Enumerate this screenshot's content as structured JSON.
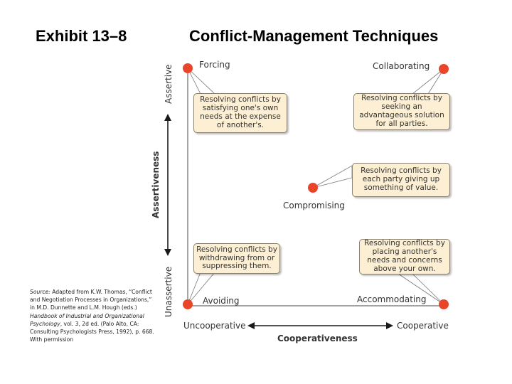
{
  "exhibit_label": "Exhibit 13–8",
  "title": "Conflict-Management Techniques",
  "source": {
    "prefix": "Source:",
    "text_1": " Adapted from K.W. Thomas, “Conflict and Negotiation Processes in Organizations,” in M.D. Dunnette and L.M. Hough (eds.) ",
    "italic": "Handbook of Industrial and Organizational Psychology",
    "text_2": ", vol. 3, 2d ed. (Palo Alto, CA: Consulting Psychologists Press, 1992), p. 668. With permission"
  },
  "axes": {
    "y_label": "Assertiveness",
    "y_top": "Assertive",
    "y_bottom": "Unassertive",
    "x_label": "Cooperativeness",
    "x_left": "Uncooperative",
    "x_right": "Cooperative"
  },
  "techniques": [
    {
      "id": "forcing",
      "name": "Forcing",
      "description": "Resolving conflicts by satisfying one's own needs at the expense of another's."
    },
    {
      "id": "collaborating",
      "name": "Collaborating",
      "description": "Resolving conflicts by seeking an advantageous solution for all parties."
    },
    {
      "id": "compromising",
      "name": "Compromising",
      "description": "Resolving conflicts by each party giving up something of value."
    },
    {
      "id": "avoiding",
      "name": "Avoiding",
      "description": "Resolving conflicts by withdrawing from or suppressing them."
    },
    {
      "id": "accommodating",
      "name": "Accommodating",
      "description": "Resolving conflicts by placing another's needs and concerns above your own."
    }
  ],
  "colors": {
    "point": "#e8452a",
    "box_fill": "#fcefd3",
    "axis": "#6a6a6a"
  }
}
